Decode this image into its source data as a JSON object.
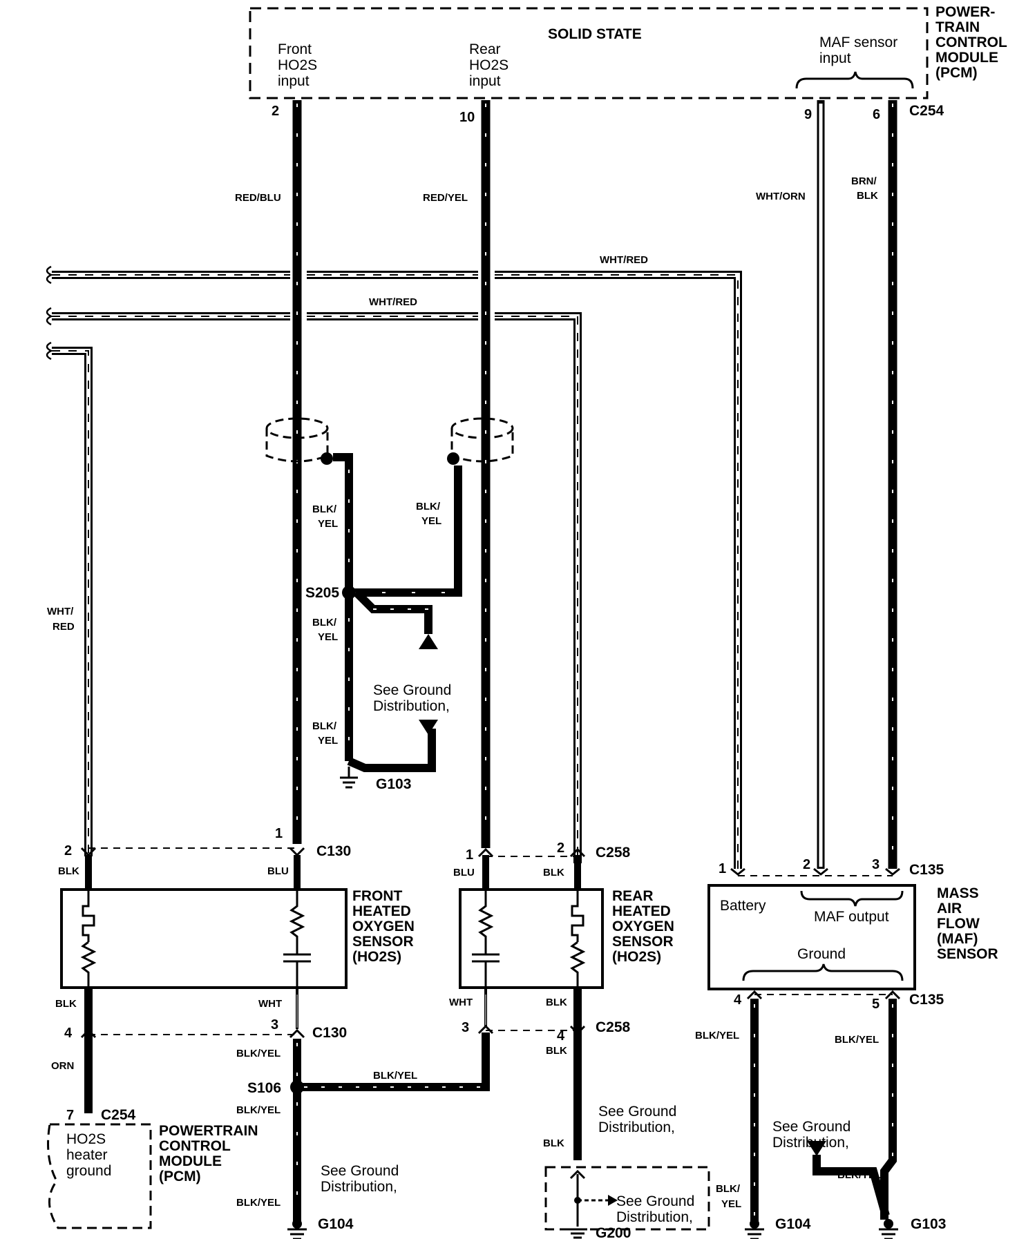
{
  "pcm_top": {
    "title_lines": [
      "POWER-",
      "TRAIN",
      "CONTROL",
      "MODULE",
      "(PCM)"
    ],
    "solid_state": "SOLID STATE",
    "front_input": [
      "Front",
      "HO2S",
      "input"
    ],
    "rear_input": [
      "Rear",
      "HO2S",
      "input"
    ],
    "maf_input": [
      "MAF sensor",
      "input"
    ],
    "connector": "C254",
    "pins": {
      "front": "2",
      "rear": "10",
      "maf_a": "9",
      "maf_b": "6"
    }
  },
  "wires": {
    "red_blu": "RED/BLU",
    "red_yel": "RED/YEL",
    "wht_orn": "WHT/ORN",
    "brn_blk": [
      "BRN/",
      "BLK"
    ],
    "wht_red_top": "WHT/RED",
    "wht_red_mid": "WHT/RED",
    "wht_red_left": [
      "WHT/",
      "RED"
    ],
    "blk_yel_split_1": [
      "BLK/",
      "YEL"
    ],
    "blk_yel_split_2": [
      "BLK/",
      "YEL"
    ],
    "blk_yel_split_3": [
      "BLK/",
      "YEL"
    ],
    "blk_yel_split_4": [
      "BLK/",
      "YEL"
    ],
    "blk": "BLK",
    "blu": "BLU",
    "wht": "WHT",
    "orn": "ORN",
    "blk_yel": "BLK/YEL",
    "blk_yel_split_5": [
      "BLK/",
      "YEL"
    ]
  },
  "splices": {
    "s205": "S205",
    "s106": "S106"
  },
  "grounds": {
    "g103": "G103",
    "g104": "G104",
    "g200": "G200"
  },
  "see_ground": [
    "See Ground",
    "Distribution,"
  ],
  "front_sensor": {
    "title_lines": [
      "FRONT",
      "HEATED",
      "OXYGEN",
      "SENSOR",
      "(HO2S)"
    ],
    "connector": "C130",
    "pins": {
      "p1": "1",
      "p2": "2",
      "p3": "3",
      "p4": "4"
    }
  },
  "rear_sensor": {
    "title_lines": [
      "REAR",
      "HEATED",
      "OXYGEN",
      "SENSOR",
      "(HO2S)"
    ],
    "connector": "C258",
    "pins": {
      "p1": "1",
      "p2": "2",
      "p3": "3",
      "p4": "4"
    }
  },
  "maf_sensor": {
    "title_lines": [
      "MASS",
      "AIR",
      "FLOW",
      "(MAF)",
      "SENSOR"
    ],
    "connector": "C135",
    "battery": "Battery",
    "maf_output": "MAF output",
    "ground": "Ground",
    "pins": {
      "p1": "1",
      "p2": "2",
      "p3": "3",
      "p4": "4",
      "p5": "5"
    }
  },
  "pcm_bottom": {
    "title_lines": [
      "POWERTRAIN",
      "CONTROL",
      "MODULE",
      "(PCM)"
    ],
    "heater_ground": [
      "HO2S",
      "heater",
      "ground"
    ],
    "connector": "C254",
    "pin": "7"
  }
}
